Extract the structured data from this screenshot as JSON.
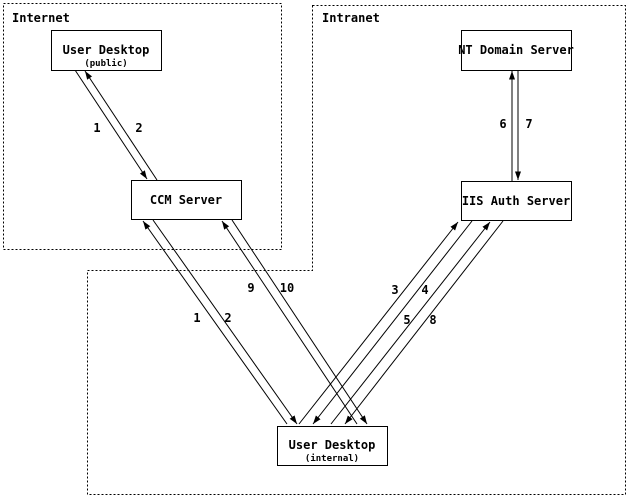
{
  "diagram": {
    "background_color": "#ffffff",
    "line_color": "#000000",
    "zones": [
      {
        "label": "Internet"
      },
      {
        "label": "Intranet"
      }
    ],
    "nodes": [
      {
        "title": "User Desktop",
        "subtitle": "(public)"
      },
      {
        "title": "CCM Server"
      },
      {
        "title": "NT Domain Server"
      },
      {
        "title": "IIS Auth Server"
      },
      {
        "title": "User Desktop",
        "subtitle": "(internal)"
      }
    ],
    "flows": [
      {
        "name": "public-desktop-ccm",
        "labels": [
          "1",
          "2"
        ]
      },
      {
        "name": "internal-desktop-ccm",
        "labels": [
          "1",
          "2"
        ]
      },
      {
        "name": "internal-desktop-ccm-2",
        "labels": [
          "9",
          "10"
        ]
      },
      {
        "name": "internal-desktop-iis",
        "labels": [
          "3",
          "4"
        ]
      },
      {
        "name": "internal-desktop-iis-2",
        "labels": [
          "5",
          "8"
        ]
      },
      {
        "name": "iis-nt-domain",
        "labels": [
          "6",
          "7"
        ]
      }
    ]
  }
}
